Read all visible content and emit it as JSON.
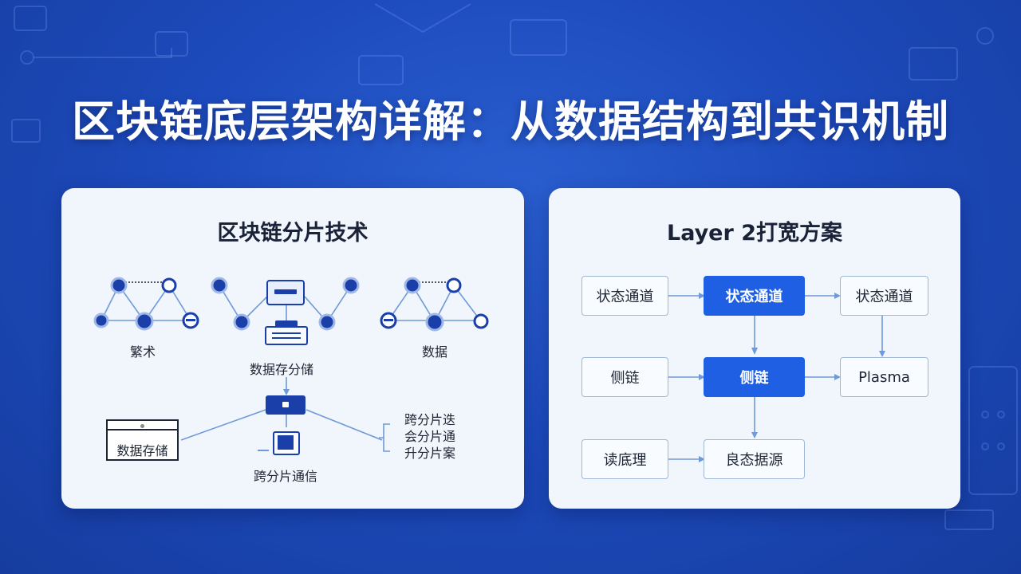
{
  "page": {
    "title": "区块链底层架构详解：从数据结构到共识机制"
  },
  "left_panel": {
    "title": "区块链分片技术",
    "labels": {
      "cluster_left": "繁术",
      "cluster_right": "数据",
      "center_node": "数据存分储",
      "storage": "数据存储",
      "bottom": "跨分片通信"
    },
    "bracket_items": [
      "跨分片迭",
      "会分片通",
      "升分片案"
    ]
  },
  "right_panel": {
    "title": "Layer 2打宽方案",
    "boxes": {
      "r1c1": "状态通道",
      "r1c2": "状态通道",
      "r1c3": "状态通道",
      "r2c1": "侧链",
      "r2c2": "侧链",
      "r2c3": "Plasma",
      "r3c1": "读底理",
      "r3c2": "良态据源"
    }
  },
  "colors": {
    "background": "#1d4bbd",
    "panel": "#f1f5fc",
    "accent_blue": "#1f5fe4",
    "node_dark": "#1a3fa8",
    "line": "#6f9ad8"
  }
}
